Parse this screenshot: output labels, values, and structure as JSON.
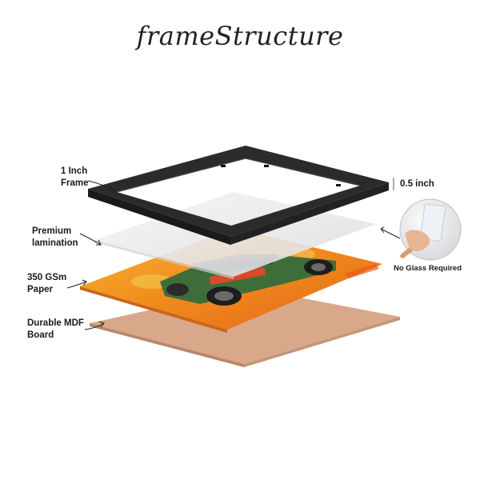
{
  "title": "frameStructure",
  "labels": {
    "frame": "1 Inch\nFrame",
    "lamination": "Premium\nlamination",
    "paper": "350 GSm\nPaper",
    "board": "Durable MDF\nBoard",
    "depth": "0.5 inch",
    "no_glass": "No Glass Required"
  },
  "colors": {
    "frame": "#2b2b2b",
    "lamination": "#e9e9ec",
    "print": "#f08a1c",
    "board": "#d9a88a"
  }
}
